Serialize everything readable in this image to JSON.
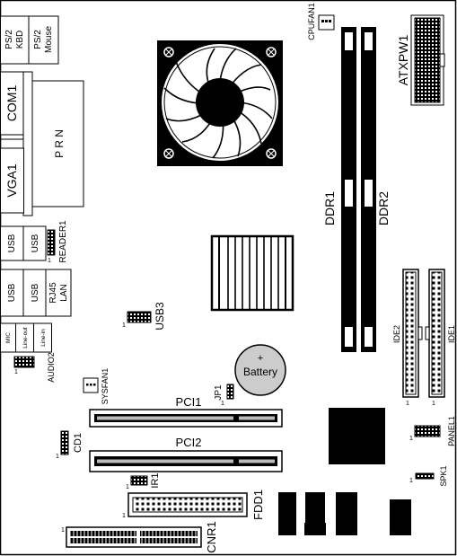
{
  "labels": {
    "ps2_kbd": [
      "PS/2",
      "KBD"
    ],
    "ps2_mouse": [
      "PS/2",
      "Mouse"
    ],
    "com1": "COM1",
    "prn": "P R N",
    "vga1": "VGA1",
    "usb": "USB",
    "reader1": "READER1",
    "rj45": "RJ45",
    "lan": "LAN",
    "mic": "MIC",
    "line_out": "Line-out",
    "line_in": "Line-in",
    "audio2": "AUDIO2",
    "cpufan1": "CPUFAN1",
    "atxpw1": "ATXPW1",
    "ddr1": "DDR1",
    "ddr2": "DDR2",
    "usb3": "USB3",
    "battery_plus": "+",
    "battery": "Battery",
    "sysfan1": "SYSFAN1",
    "jp1": "JP1",
    "pci1": "PCI1",
    "pci2": "PCI2",
    "cd1": "CD1",
    "ir1": "IR1",
    "fdd1": "FDD1",
    "cnr1": "CNR1",
    "ide2": "IDE2",
    "ide1": "IDE1",
    "panel1": "PANEL1",
    "spk1": "SPK1",
    "pin_one": "1"
  }
}
